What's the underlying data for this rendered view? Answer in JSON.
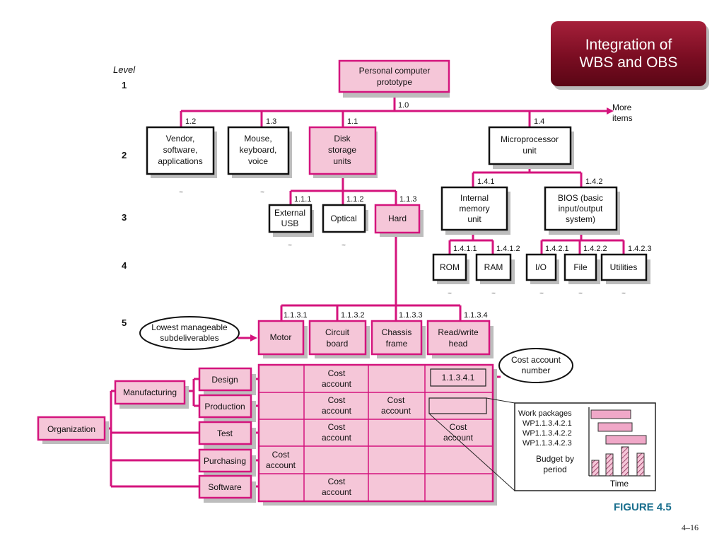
{
  "slide_title": {
    "line1": "Integration of",
    "line2": "WBS and OBS"
  },
  "figure_label": "FIGURE 4.5",
  "page_number": "4–16",
  "colors": {
    "pink_fill": "#f5c6d8",
    "magenta_line": "#d4147d",
    "title_red": "#8a1028",
    "figure_label": "#1a6f8e"
  },
  "levels": {
    "header": "Level",
    "l1": "1",
    "l2": "2",
    "l3": "3",
    "l4": "4",
    "l5": "5"
  },
  "nodes": {
    "root": {
      "line1": "Personal computer",
      "line2": "prototype",
      "code": "1.0"
    },
    "n1_2": {
      "code": "1.2",
      "line1": "Vendor,",
      "line2": "software,",
      "line3": "applications"
    },
    "n1_3": {
      "code": "1.3",
      "line1": "Mouse,",
      "line2": "keyboard,",
      "line3": "voice"
    },
    "n1_1": {
      "code": "1.1",
      "line1": "Disk",
      "line2": "storage",
      "line3": "units"
    },
    "n1_4": {
      "code": "1.4",
      "line1": "Microprocessor",
      "line2": "unit"
    },
    "more": {
      "line1": "More",
      "line2": "items"
    },
    "n1_1_1": {
      "code": "1.1.1",
      "line1": "External",
      "line2": "USB"
    },
    "n1_1_2": {
      "code": "1.1.2",
      "label": "Optical"
    },
    "n1_1_3": {
      "code": "1.1.3",
      "label": "Hard"
    },
    "n1_4_1": {
      "code": "1.4.1",
      "line1": "Internal",
      "line2": "memory",
      "line3": "unit"
    },
    "n1_4_2": {
      "code": "1.4.2",
      "line1": "BIOS (basic",
      "line2": "input/output",
      "line3": "system)"
    },
    "n1_4_1_1": {
      "code": "1.4.1.1",
      "label": "ROM"
    },
    "n1_4_1_2": {
      "code": "1.4.1.2",
      "label": "RAM"
    },
    "n1_4_2_1": {
      "code": "1.4.2.1",
      "label": "I/O"
    },
    "n1_4_2_2": {
      "code": "1.4.2.2",
      "label": "File"
    },
    "n1_4_2_3": {
      "code": "1.4.2.3",
      "label": "Utilities"
    },
    "n1_1_3_1": {
      "code": "1.1.3.1",
      "label": "Motor"
    },
    "n1_1_3_2": {
      "code": "1.1.3.2",
      "line1": "Circuit",
      "line2": "board"
    },
    "n1_1_3_3": {
      "code": "1.1.3.3",
      "line1": "Chassis",
      "line2": "frame"
    },
    "n1_1_3_4": {
      "code": "1.1.3.4",
      "line1": "Read/write",
      "line2": "head"
    }
  },
  "tilde": "~",
  "callouts": {
    "lowest": {
      "line1": "Lowest manageable",
      "line2": "subdeliverables"
    },
    "cost_number": {
      "line1": "Cost account",
      "line2": "number"
    }
  },
  "obs": {
    "organization": "Organization",
    "manufacturing": "Manufacturing",
    "design": "Design",
    "production": "Production",
    "test": "Test",
    "purchasing": "Purchasing",
    "software": "Software"
  },
  "matrix": {
    "cost_line1": "Cost",
    "cost_line2": "account",
    "cost_account_number": "1.1.3.4.1"
  },
  "inset": {
    "heading": "Work packages",
    "wp1": "WP1.1.3.4.2.1",
    "wp2": "WP1.1.3.4.2.2",
    "wp3": "WP1.1.3.4.2.3",
    "budget_line1": "Budget by",
    "budget_line2": "period",
    "time_label": "Time"
  }
}
